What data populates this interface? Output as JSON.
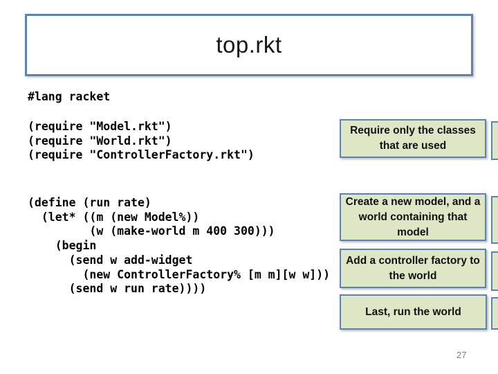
{
  "slide": {
    "title": "top.rkt",
    "page_number": "27",
    "code": {
      "lang_line": "#lang racket",
      "require_block": [
        "(require \"Model.rkt\")",
        "(require \"World.rkt\")",
        "(require \"ControllerFactory.rkt\")"
      ],
      "define_block": [
        "(define (run rate)",
        "  (let* ((m (new Model%))",
        "         (w (make-world m 400 300)))",
        "    (begin",
        "      (send w add-widget",
        "        (new ControllerFactory% [m m][w w]))",
        "      (send w run rate))))"
      ]
    },
    "callouts": [
      {
        "id": "require-classes",
        "text": "Require only the classes\nthat are used"
      },
      {
        "id": "create-model",
        "text": "Create a new model, and a\nworld containing that\nmodel"
      },
      {
        "id": "add-controller-factory",
        "text": "Add a controller factory to\nthe world"
      },
      {
        "id": "run-world",
        "text": "Last, run the world"
      }
    ],
    "colors": {
      "accent_border": "#5b84ad",
      "callout_fill": "#dde7c5",
      "title_text": "#161616",
      "code_text": "#000000",
      "page_number": "#7f7f7f"
    }
  }
}
